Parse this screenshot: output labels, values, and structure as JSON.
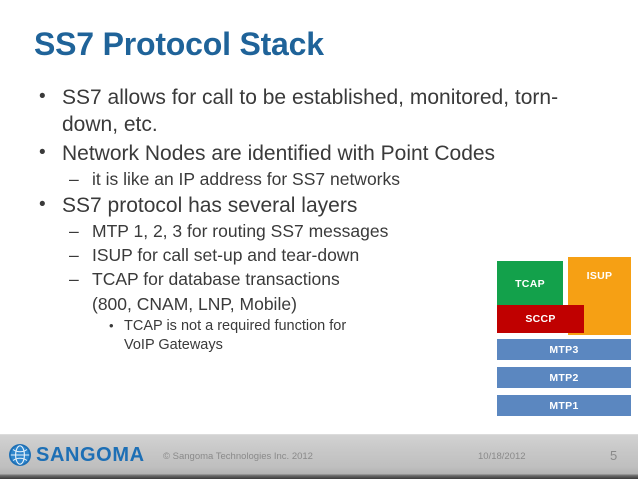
{
  "slide": {
    "title": "SS7 Protocol Stack",
    "title_color": "#1F6399",
    "bullets": [
      {
        "level": 1,
        "marker": "•",
        "text": "SS7 allows for call to be established, monitored, torn-down, etc."
      },
      {
        "level": 1,
        "marker": "•",
        "text": "Network Nodes are identified with Point Codes"
      },
      {
        "level": 2,
        "marker": "–",
        "text": "it is like an IP address for SS7 networks"
      },
      {
        "level": 1,
        "marker": "•",
        "text": "SS7 protocol has several layers"
      },
      {
        "level": 2,
        "marker": "–",
        "text": "MTP 1, 2, 3 for routing SS7 messages"
      },
      {
        "level": 2,
        "marker": "–",
        "text": "ISUP for call set-up and tear-down"
      },
      {
        "level": 2,
        "marker": "–",
        "text": "TCAP for database transactions"
      },
      {
        "level": 2,
        "marker": "",
        "text": "(800, CNAM, LNP, Mobile)"
      },
      {
        "level": 3,
        "marker": "•",
        "text": "TCAP is not a required function for"
      },
      {
        "level": 3,
        "marker": "",
        "text": "VoIP Gateways"
      }
    ]
  },
  "diagram": {
    "name": "ss7-protocol-stack-diagram",
    "boxes": [
      {
        "id": "tcap",
        "label": "TCAP",
        "color": "#13A14B"
      },
      {
        "id": "isup",
        "label": "ISUP",
        "color": "#F6A014"
      },
      {
        "id": "sccp",
        "label": "SCCP",
        "color": "#C00000"
      },
      {
        "id": "mtp3",
        "label": "MTP3",
        "color": "#5B87C0"
      },
      {
        "id": "mtp2",
        "label": "MTP2",
        "color": "#5B87C0"
      },
      {
        "id": "mtp1",
        "label": "MTP1",
        "color": "#5B87C0"
      }
    ]
  },
  "footer": {
    "logo_text": "SANGOMA",
    "logo_icon": "globe-icon",
    "logo_color": "#1D6FB5",
    "copyright": "© Sangoma Technologies Inc. 2012",
    "date": "10/18/2012",
    "page_number": "5"
  }
}
